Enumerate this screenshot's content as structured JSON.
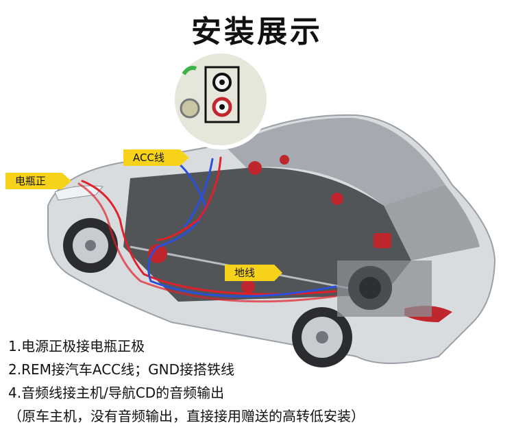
{
  "title": "安装展示",
  "callouts": {
    "battery": "电瓶正极",
    "acc": "ACC线",
    "ground": "地线"
  },
  "notes": [
    "1.电源正极接电瓶正极",
    "2.REM接汽车ACC线；GND接搭铁线",
    "4.音频线接主机/导航CD的音频输出",
    "（原车主机，没有音频输出，直接接用赠送的高转低安装）"
  ],
  "colors": {
    "power_wire": "#e0202a",
    "signal_wire": "#2a4fd8",
    "label_bg": "#f6d31a"
  }
}
